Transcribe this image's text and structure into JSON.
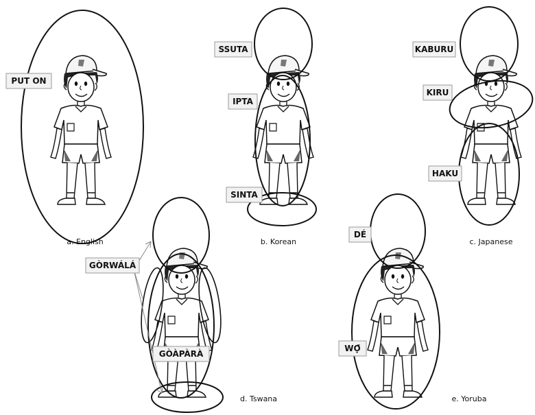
{
  "panels": {
    "english": {
      "caption": "a. English",
      "labels": [
        "PUT ON"
      ]
    },
    "korean": {
      "caption": "b. Korean",
      "labels": [
        "SSUTA",
        "IPTA",
        "SINTA"
      ]
    },
    "japanese": {
      "caption": "c. Japanese",
      "labels": [
        "KABURU",
        "KIRU",
        "HAKU"
      ]
    },
    "tswana": {
      "caption": "d. Tswana",
      "labels": [
        "GÒRWÁLÁ",
        "GÒÀPÀRÀ"
      ]
    },
    "yoruba": {
      "caption": "e. Yoruba",
      "labels": [
        "DÉ",
        "WỌ̄"
      ]
    }
  }
}
